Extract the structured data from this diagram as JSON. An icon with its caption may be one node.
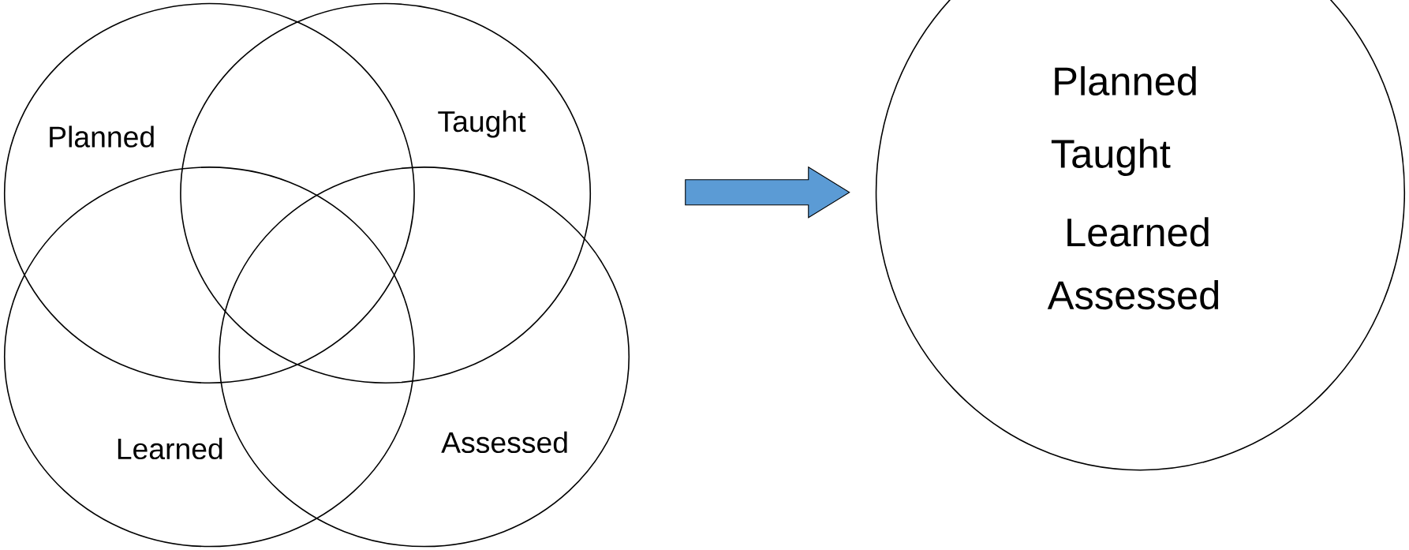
{
  "diagram": {
    "nodes": [
      {
        "text": [
          "Planned"
        ]
      },
      {
        "text": [
          "Taught"
        ]
      },
      {
        "text": [
          "Learned"
        ]
      },
      {
        "text": [
          "Assessed"
        ]
      },
      {
        "text": [
          "Planned",
          "Taught",
          "Learned",
          "Assessed"
        ]
      }
    ],
    "edges": [
      {
        "from": null,
        "to": 4,
        "arrow": "to",
        "color": "#5b9bd5"
      }
    ]
  }
}
